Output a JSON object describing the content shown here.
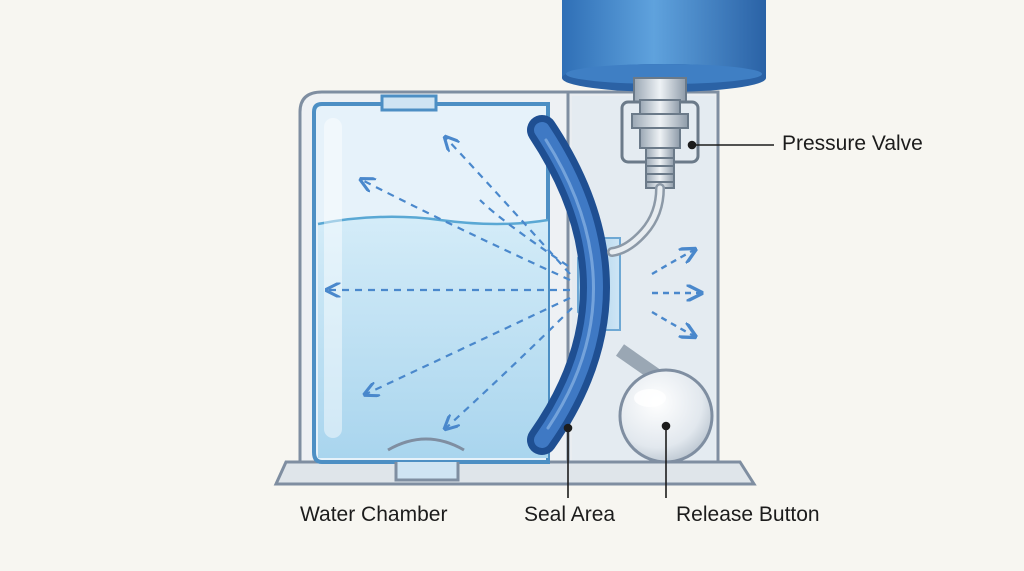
{
  "labels": {
    "pressure_valve": "Pressure Valve",
    "water_chamber": "Water Chamber",
    "seal_area": "Seal Area",
    "release_button": "Release Button"
  },
  "colors": {
    "background": "#f7f6f1",
    "housing_outline": "#7f8ea1",
    "water": "#bfe0f2",
    "water_edge": "#5aa8d4",
    "seal": "#2b5da6",
    "cylinder": "#3b82c9",
    "arrow": "#4a88cc",
    "leader_line": "#1c1c1c"
  }
}
